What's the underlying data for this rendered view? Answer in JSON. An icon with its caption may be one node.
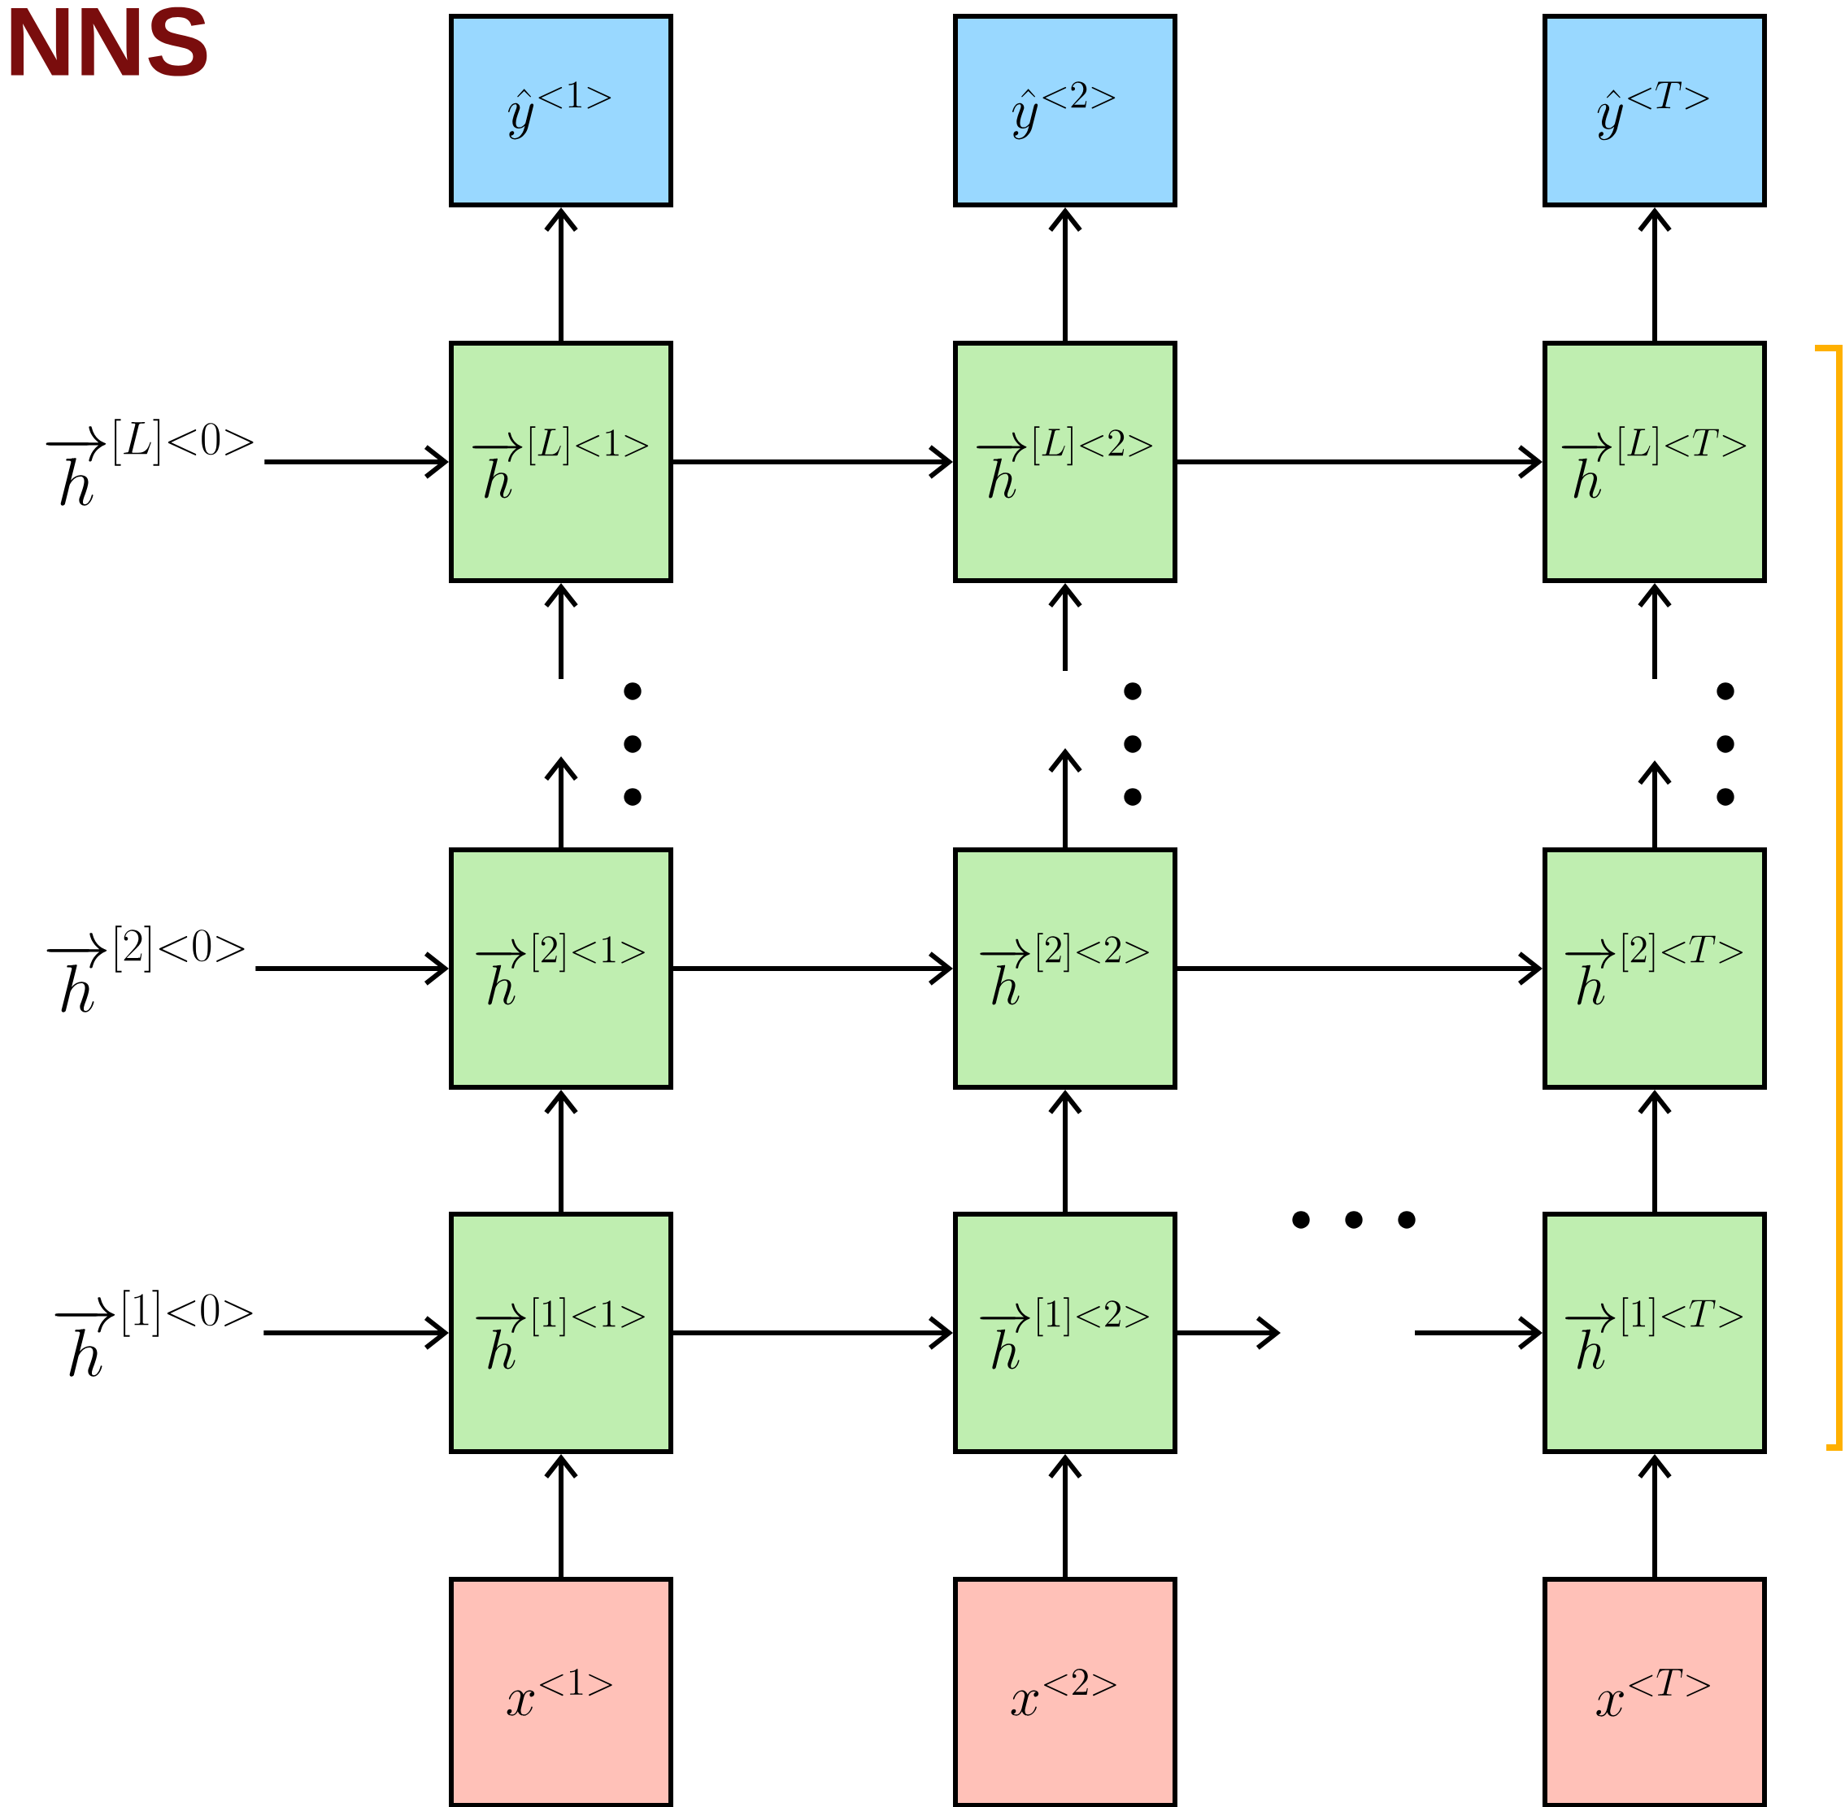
{
  "diagram": {
    "title": "NNS",
    "nodes": [
      {
        "text": [
          "\\hat{y}^{<1>}"
        ]
      },
      {
        "text": [
          "\\hat{y}^{<2>}"
        ]
      },
      {
        "text": [
          "\\hat{y}^{<T>}"
        ]
      },
      {
        "text": [
          "\\overrightarrow{h}^{[L]<0>}"
        ]
      },
      {
        "text": [
          "\\overrightarrow{h}^{[L]<1>}"
        ]
      },
      {
        "text": [
          "\\overrightarrow{h}^{[L]<2>}"
        ]
      },
      {
        "text": [
          "\\overrightarrow{h}^{[L]<T>}"
        ]
      },
      {
        "text": [
          "\\overrightarrow{h}^{[2]<0>}"
        ]
      },
      {
        "text": [
          "\\overrightarrow{h}^{[2]<1>}"
        ]
      },
      {
        "text": [
          "\\overrightarrow{h}^{[2]<2>}"
        ]
      },
      {
        "text": [
          "\\overrightarrow{h}^{[2]<T>}"
        ]
      },
      {
        "text": [
          "\\overrightarrow{h}^{[1]<0>}"
        ]
      },
      {
        "text": [
          "\\overrightarrow{h}^{[1]<1>}"
        ]
      },
      {
        "text": [
          "\\overrightarrow{h}^{[1]<2>}"
        ]
      },
      {
        "text": [
          "\\overrightarrow{h}^{[1]<T>}"
        ]
      },
      {
        "text": [
          "x^{<1>}"
        ]
      },
      {
        "text": [
          "x^{<2>}"
        ]
      },
      {
        "text": [
          "x^{<T>}"
        ]
      }
    ],
    "edges": [
      {
        "from": 4,
        "to": 0,
        "arrow": "to"
      },
      {
        "from": 5,
        "to": 1,
        "arrow": "to"
      },
      {
        "from": 6,
        "to": 2,
        "arrow": "to"
      },
      {
        "from": 3,
        "to": 4,
        "arrow": "to"
      },
      {
        "from": 4,
        "to": 5,
        "arrow": "to"
      },
      {
        "from": 5,
        "to": 6,
        "arrow": "to"
      },
      {
        "from": null,
        "to": 4,
        "arrow": "to"
      },
      {
        "from": null,
        "to": 5,
        "arrow": "to"
      },
      {
        "from": null,
        "to": 6,
        "arrow": "to"
      },
      {
        "from": 8,
        "to": null,
        "arrow": "to"
      },
      {
        "from": 9,
        "to": null,
        "arrow": "to"
      },
      {
        "from": 10,
        "to": null,
        "arrow": "to"
      },
      {
        "from": 7,
        "to": 8,
        "arrow": "to"
      },
      {
        "from": 8,
        "to": 9,
        "arrow": "to"
      },
      {
        "from": 9,
        "to": 10,
        "arrow": "to"
      },
      {
        "from": 12,
        "to": 8,
        "arrow": "to"
      },
      {
        "from": 13,
        "to": 9,
        "arrow": "to"
      },
      {
        "from": 14,
        "to": 10,
        "arrow": "to"
      },
      {
        "from": 11,
        "to": 12,
        "arrow": "to"
      },
      {
        "from": 12,
        "to": 13,
        "arrow": "to"
      },
      {
        "from": 13,
        "to": null,
        "arrow": "to"
      },
      {
        "from": null,
        "to": 14,
        "arrow": "to"
      },
      {
        "from": 15,
        "to": 12,
        "arrow": "to"
      },
      {
        "from": 16,
        "to": 13,
        "arrow": "to"
      },
      {
        "from": 17,
        "to": 14,
        "arrow": "to"
      }
    ]
  }
}
